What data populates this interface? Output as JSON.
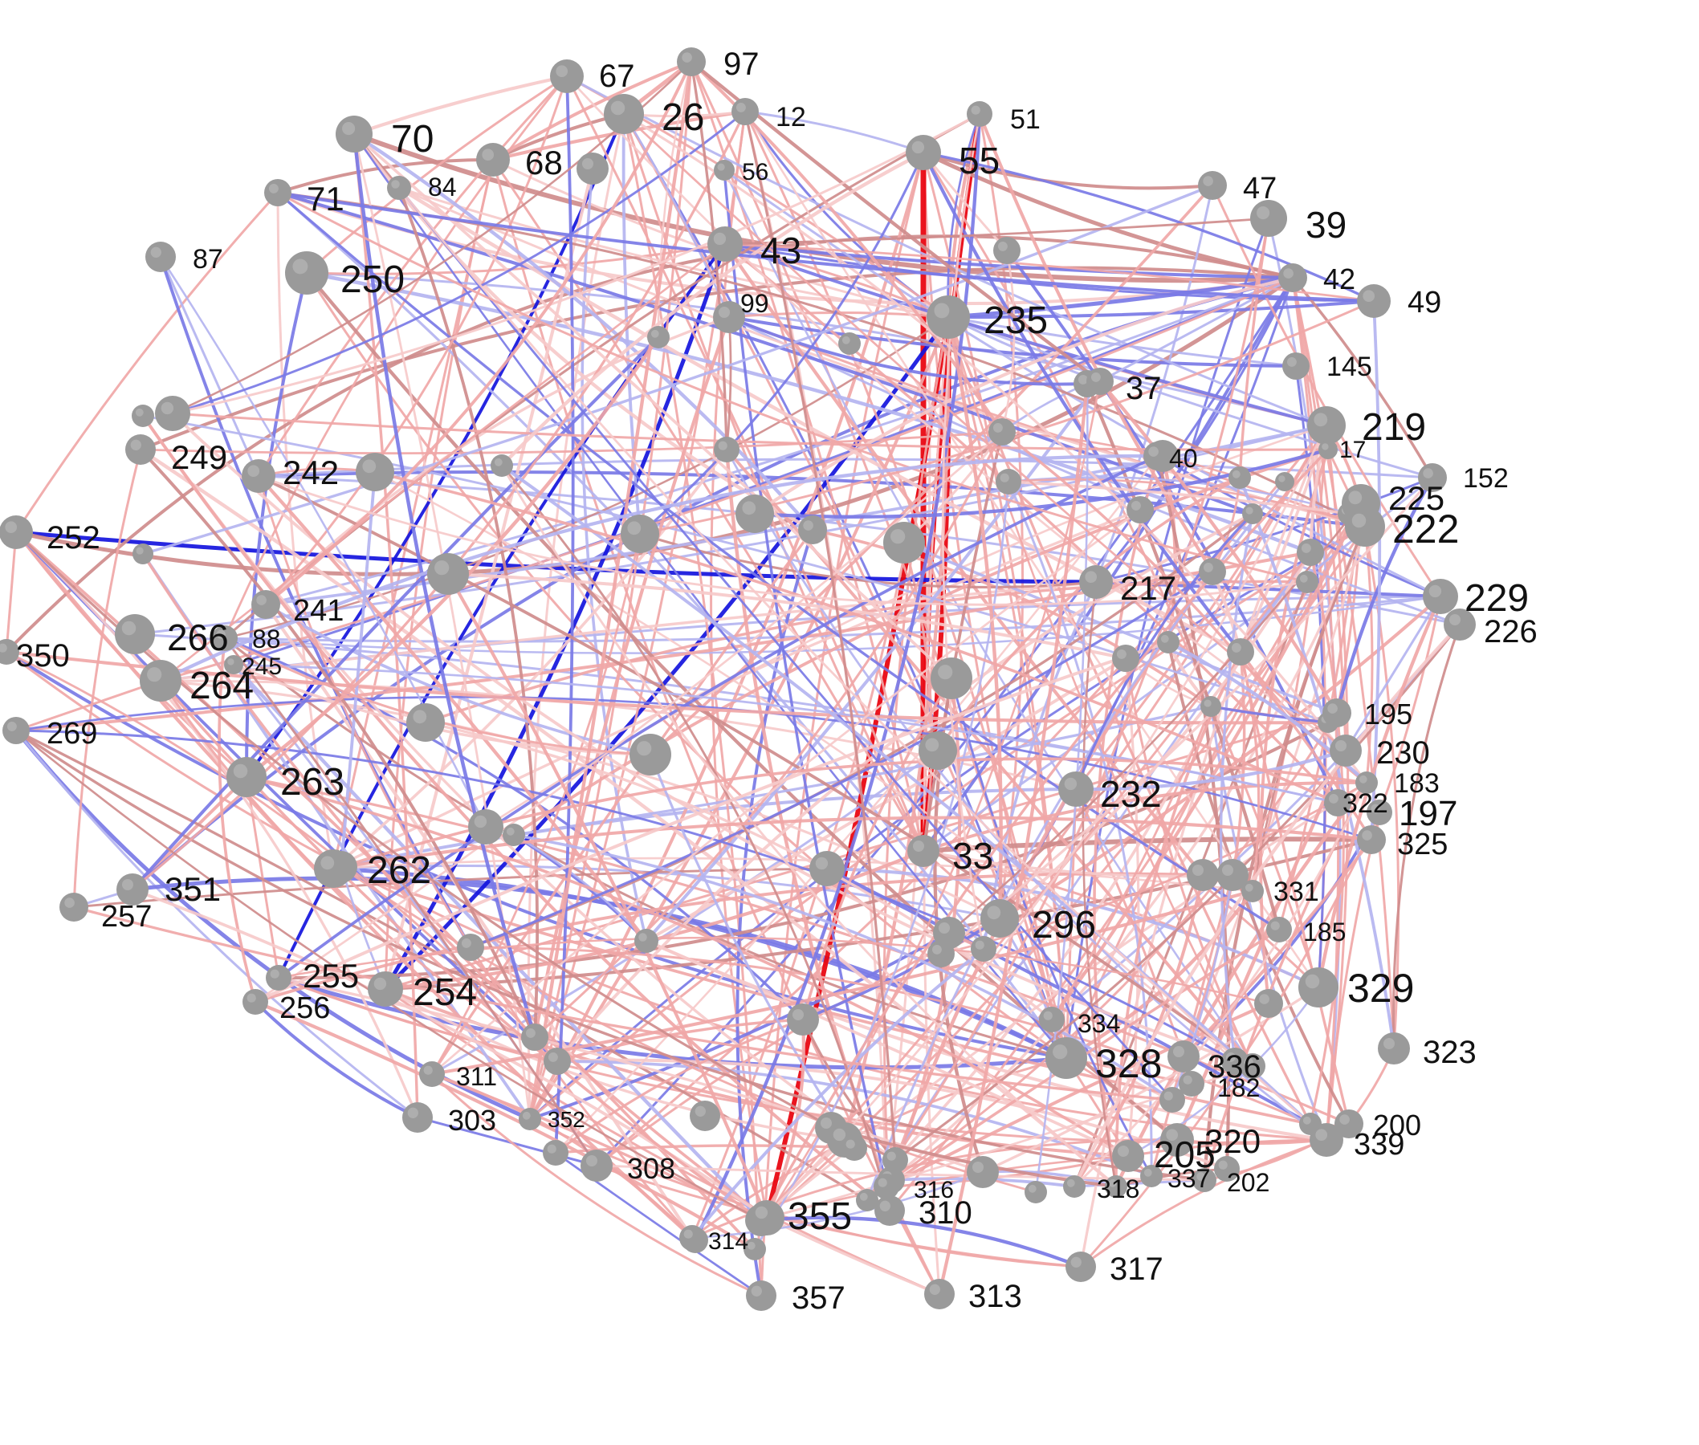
{
  "colors": {
    "background": "#ffffff",
    "node": "#9a9a9a",
    "node_highlight": "#c8c8c8",
    "label": "#111111",
    "strong_positive": "#e8000b",
    "positive": "#f0a7a7",
    "weak_positive": "#f6caca",
    "muted_positive": "#cf8c8c",
    "strong_negative": "#1414dd",
    "negative": "#7a7ae6",
    "weak_negative": "#b4b4f0"
  },
  "nodes": [
    {
      "id": "67",
      "label": "67"
    },
    {
      "id": "97",
      "label": "97"
    },
    {
      "id": "26",
      "label": "26"
    },
    {
      "id": "12",
      "label": "12"
    },
    {
      "id": "51",
      "label": "51"
    },
    {
      "id": "70",
      "label": "70"
    },
    {
      "id": "68",
      "label": "68"
    },
    {
      "id": "55",
      "label": "55"
    },
    {
      "id": "84",
      "label": "84"
    },
    {
      "id": "71",
      "label": "71"
    },
    {
      "id": "87",
      "label": "87"
    },
    {
      "id": "47",
      "label": "47"
    },
    {
      "id": "39",
      "label": "39"
    },
    {
      "id": "43",
      "label": "43"
    },
    {
      "id": "42",
      "label": "42"
    },
    {
      "id": "49",
      "label": "49"
    },
    {
      "id": "250",
      "label": "250"
    },
    {
      "id": "235",
      "label": "235"
    },
    {
      "id": "145",
      "label": "145"
    },
    {
      "id": "219",
      "label": "219"
    },
    {
      "id": "249",
      "label": "249"
    },
    {
      "id": "152",
      "label": "152"
    },
    {
      "id": "252",
      "label": "252"
    },
    {
      "id": "242",
      "label": "242"
    },
    {
      "id": "225",
      "label": "225"
    },
    {
      "id": "222",
      "label": "222"
    },
    {
      "id": "217",
      "label": "217"
    },
    {
      "id": "229",
      "label": "229"
    },
    {
      "id": "226",
      "label": "226"
    },
    {
      "id": "241",
      "label": "241"
    },
    {
      "id": "88",
      "label": "88"
    },
    {
      "id": "266",
      "label": "266"
    },
    {
      "id": "245",
      "label": "245"
    },
    {
      "id": "350",
      "label": "350"
    },
    {
      "id": "264",
      "label": "264"
    },
    {
      "id": "195",
      "label": "195"
    },
    {
      "id": "269",
      "label": "269"
    },
    {
      "id": "230",
      "label": "230"
    },
    {
      "id": "183",
      "label": "183"
    },
    {
      "id": "263",
      "label": "263"
    },
    {
      "id": "232",
      "label": "232"
    },
    {
      "id": "322",
      "label": "322"
    },
    {
      "id": "197",
      "label": "197"
    },
    {
      "id": "257",
      "label": "257"
    },
    {
      "id": "325",
      "label": "325"
    },
    {
      "id": "351",
      "label": "351"
    },
    {
      "id": "262",
      "label": "262"
    },
    {
      "id": "331",
      "label": "331"
    },
    {
      "id": "185",
      "label": "185"
    },
    {
      "id": "296",
      "label": "296"
    },
    {
      "id": "329",
      "label": "329"
    },
    {
      "id": "255",
      "label": "255"
    },
    {
      "id": "254",
      "label": "254"
    },
    {
      "id": "256",
      "label": "256"
    },
    {
      "id": "334",
      "label": "334"
    },
    {
      "id": "328",
      "label": "328"
    },
    {
      "id": "323",
      "label": "323"
    },
    {
      "id": "182",
      "label": "182"
    },
    {
      "id": "311",
      "label": "311"
    },
    {
      "id": "303",
      "label": "303"
    },
    {
      "id": "352",
      "label": "352"
    },
    {
      "id": "200",
      "label": "200"
    },
    {
      "id": "339",
      "label": "339"
    },
    {
      "id": "205",
      "label": "205"
    },
    {
      "id": "320",
      "label": "320"
    },
    {
      "id": "308",
      "label": "308"
    },
    {
      "id": "316",
      "label": "316"
    },
    {
      "id": "202",
      "label": "202"
    },
    {
      "id": "318",
      "label": "318"
    },
    {
      "id": "355",
      "label": "355"
    },
    {
      "id": "310",
      "label": "310"
    },
    {
      "id": "314",
      "label": "314"
    },
    {
      "id": "317",
      "label": "317"
    },
    {
      "id": "357",
      "label": "357"
    },
    {
      "id": "313",
      "label": "313"
    },
    {
      "id": "99",
      "label": "99"
    },
    {
      "id": "37",
      "label": "37"
    },
    {
      "id": "40",
      "label": "40"
    },
    {
      "id": "17",
      "label": "17"
    },
    {
      "id": "56",
      "label": "56"
    },
    {
      "id": "33",
      "label": "33"
    },
    {
      "id": "336",
      "label": "336"
    },
    {
      "id": "337",
      "label": "337"
    }
  ]
}
